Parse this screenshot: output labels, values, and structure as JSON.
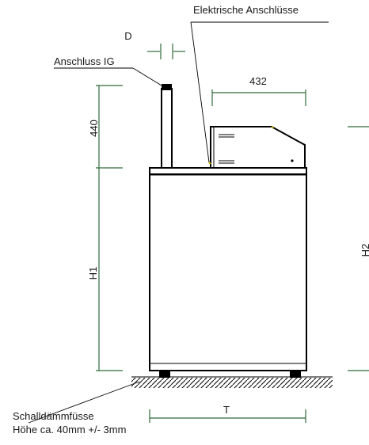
{
  "labels": {
    "elektrische_anschluesse": "Elektrische Anschlüsse",
    "anschluss_ig": "Anschluss IG",
    "d": "D",
    "dim_432": "432",
    "dim_440": "440",
    "h1": "H1",
    "h2": "H2",
    "t": "T",
    "schalldaemmfuesse": "Schalldämmfüsse",
    "hoehe": "Höhe ca. 40mm +/- 3mm"
  },
  "colors": {
    "dimension": "#2e6b38",
    "outline": "#000000",
    "accent": "#c9b200"
  }
}
